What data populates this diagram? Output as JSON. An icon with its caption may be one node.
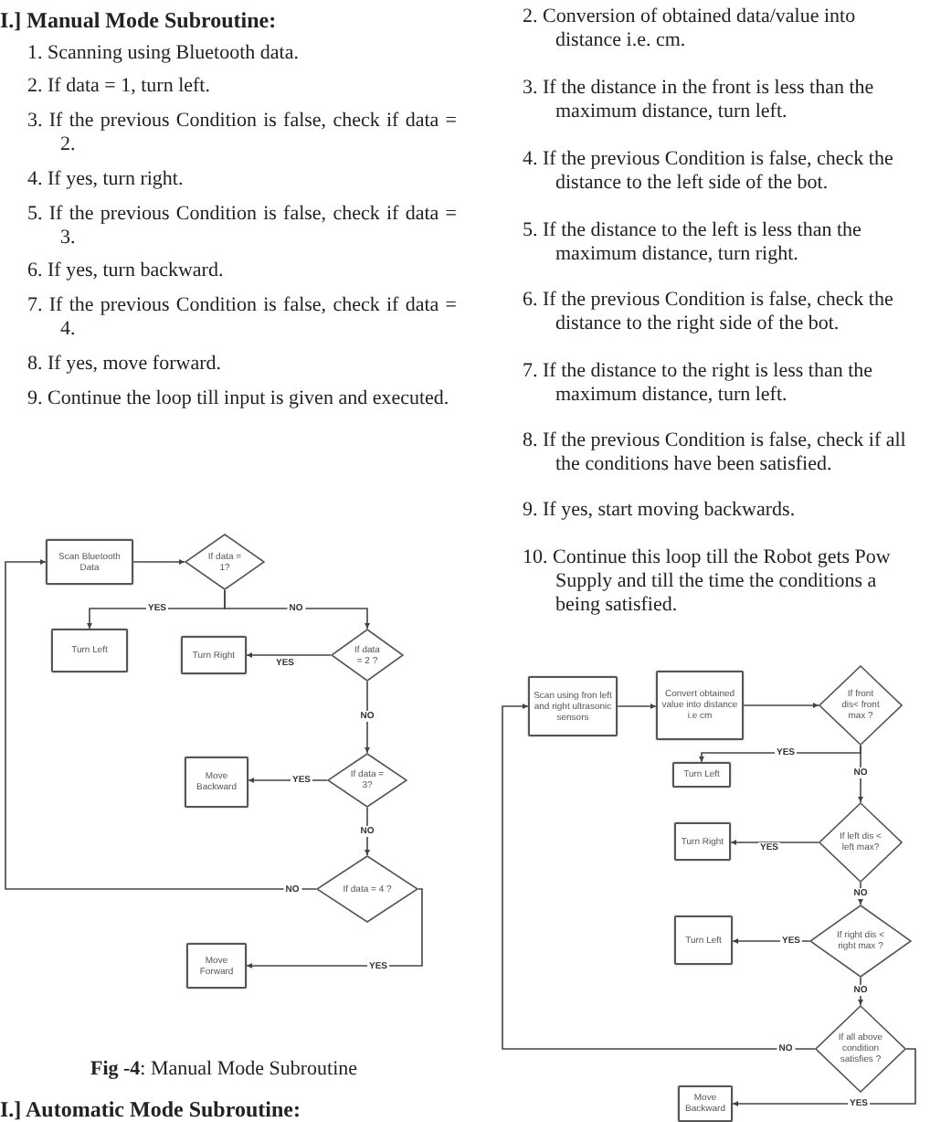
{
  "diagram": {
    "nodes": [
      {
        "text": [
          "Scan Bluetooth Data"
        ]
      },
      {
        "text": [
          "If data  = 1?"
        ]
      },
      {
        "text": [
          "Turn Left"
        ]
      },
      {
        "text": [
          "Turn Right"
        ]
      },
      {
        "text": [
          "If data = 2 ?"
        ]
      },
      {
        "text": [
          "Move Backward"
        ]
      },
      {
        "text": [
          "If data = 3?"
        ]
      },
      {
        "text": [
          "If data = 4 ?"
        ]
      },
      {
        "text": [
          "Move Forward"
        ]
      },
      {
        "text": [
          "Scan using fron left and right ultrasonic sensors"
        ]
      },
      {
        "text": [
          "Convert obtained value into distance i.e cm"
        ]
      },
      {
        "text": [
          "If front dis< front max ?"
        ]
      },
      {
        "text": [
          "Turn Left"
        ]
      },
      {
        "text": [
          "If left dis < left max?"
        ]
      },
      {
        "text": [
          "Turn Right"
        ]
      },
      {
        "text": [
          "If right dis < right max ?"
        ]
      },
      {
        "text": [
          "Turn Left"
        ]
      },
      {
        "text": [
          "If all above condition satisfies ?"
        ]
      },
      {
        "text": [
          "Move Backward"
        ]
      }
    ],
    "edges": [
      {
        "from": 0,
        "to": 1,
        "arrow": "to"
      },
      {
        "from": 1,
        "to": 2,
        "arrow": "to",
        "label": "YES"
      },
      {
        "from": 1,
        "to": 4,
        "arrow": "to",
        "label": "NO"
      },
      {
        "from": 4,
        "to": 3,
        "arrow": "to",
        "label": "YES"
      },
      {
        "from": 4,
        "to": 6,
        "arrow": "to",
        "label": "NO"
      },
      {
        "from": 6,
        "to": 5,
        "arrow": "to",
        "label": "YES"
      },
      {
        "from": 6,
        "to": 7,
        "arrow": "to",
        "label": "NO"
      },
      {
        "from": 7,
        "to": 0,
        "arrow": "to",
        "label": "NO"
      },
      {
        "from": 7,
        "to": 8,
        "arrow": "to",
        "label": "YES"
      },
      {
        "from": 9,
        "to": 10,
        "arrow": "to"
      },
      {
        "from": 10,
        "to": 11,
        "arrow": "to"
      },
      {
        "from": 11,
        "to": 12,
        "arrow": "to",
        "label": "YES"
      },
      {
        "from": 11,
        "to": 13,
        "arrow": "to",
        "label": "NO"
      },
      {
        "from": 13,
        "to": 14,
        "arrow": "to",
        "label": "YES"
      },
      {
        "from": 13,
        "to": 15,
        "arrow": "to",
        "label": "NO"
      },
      {
        "from": 15,
        "to": 16,
        "arrow": "to",
        "label": "YES"
      },
      {
        "from": 15,
        "to": 17,
        "arrow": "to",
        "label": "NO"
      },
      {
        "from": 17,
        "to": 9,
        "arrow": "to",
        "label": "NO"
      },
      {
        "from": 17,
        "to": 18,
        "arrow": "to",
        "label": "YES"
      }
    ],
    "labels": [
      "I.] Manual Mode Subroutine:",
      "1. Scanning using Bluetooth data.",
      "2. If data = 1, turn left.",
      "3. If the previous Condition is false, check if data = 2.",
      "4. If yes, turn right.",
      "5. If the previous Condition is false, check if data = 3.",
      "6. If yes, turn backward.",
      "7. If the previous Condition is false, check if data = 4.",
      "8. If yes, move forward.",
      "9. Continue the loop till input is given and executed.",
      "**Fig -4**: Manual Mode Subroutine",
      "I.] Automatic Mode Subroutine:",
      "2. Conversion of obtained data/value into distance i.e. cm.",
      "3. If the distance in the front is less than the maximum distance, turn left.",
      "4. If the previous Condition is false, check the distance to the left side of the bot.",
      "5. If the distance to the left is less than the maximum distance, turn right.",
      "6. If the previous Condition is false, check the distance to the right side of the bot.",
      "7. If the distance to the right is less than the maximum distance, turn left.",
      "8. If the previous Condition is false, check if all the conditions have been satisfied.",
      "9. If yes, start moving backwards.",
      "10. Continue this loop till the Robot gets Pow Supply and till the time the conditions a being satisfied."
    ]
  }
}
